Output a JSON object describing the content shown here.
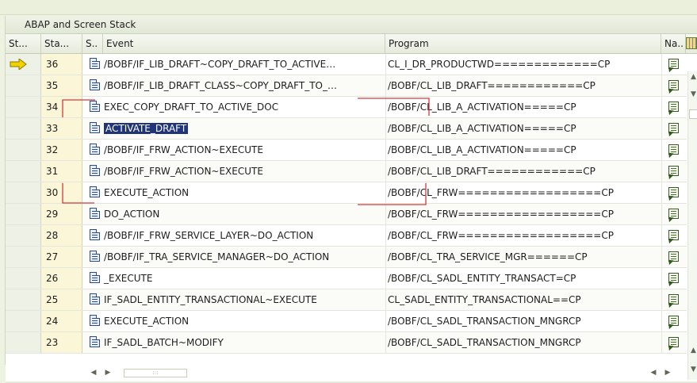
{
  "caption": "ABAP and Screen Stack",
  "columns": {
    "st": "St...",
    "sta": "Sta...",
    "s": "S..",
    "event": "Event",
    "program": "Program",
    "na": "Na.."
  },
  "icons": {
    "current_row": "arrow-right-icon",
    "source": "source-code-icon",
    "navigate": "navigate-icon",
    "column_settings": "column-settings-icon"
  },
  "colors": {
    "selection": "#20347a",
    "current_arrow": "#f2d200",
    "annotation": "#d43a3a"
  },
  "rows": [
    {
      "level": "36",
      "event": "/BOBF/IF_LIB_DRAFT~COPY_DRAFT_TO_ACTIVE…",
      "program": "CL_I_DR_PRODUCTWD=============CP",
      "current": true
    },
    {
      "level": "35",
      "event": "/BOBF/IF_LIB_DRAFT_CLASS~COPY_DRAFT_TO_…",
      "program": "/BOBF/CL_LIB_DRAFT============CP"
    },
    {
      "level": "34",
      "event": "EXEC_COPY_DRAFT_TO_ACTIVE_DOC",
      "program": "/BOBF/CL_LIB_A_ACTIVATION=====CP"
    },
    {
      "level": "33",
      "event": "ACTIVATE_DRAFT",
      "program": "/BOBF/CL_LIB_A_ACTIVATION=====CP",
      "selected": true
    },
    {
      "level": "32",
      "event": "/BOBF/IF_FRW_ACTION~EXECUTE",
      "program": "/BOBF/CL_LIB_A_ACTIVATION=====CP"
    },
    {
      "level": "31",
      "event": "/BOBF/IF_FRW_ACTION~EXECUTE",
      "program": "/BOBF/CL_LIB_DRAFT============CP"
    },
    {
      "level": "30",
      "event": "EXECUTE_ACTION",
      "program": "/BOBF/CL_FRW==================CP"
    },
    {
      "level": "29",
      "event": "DO_ACTION",
      "program": "/BOBF/CL_FRW==================CP"
    },
    {
      "level": "28",
      "event": "/BOBF/IF_FRW_SERVICE_LAYER~DO_ACTION",
      "program": "/BOBF/CL_FRW==================CP"
    },
    {
      "level": "27",
      "event": "/BOBF/IF_TRA_SERVICE_MANAGER~DO_ACTION",
      "program": "/BOBF/CL_TRA_SERVICE_MGR======CP"
    },
    {
      "level": "26",
      "event": "_EXECUTE",
      "program": "/BOBF/CL_SADL_ENTITY_TRANSACT=CP"
    },
    {
      "level": "25",
      "event": "IF_SADL_ENTITY_TRANSACTIONAL~EXECUTE",
      "program": "CL_SADL_ENTITY_TRANSACTIONAL==CP"
    },
    {
      "level": "24",
      "event": "EXECUTE_ACTION",
      "program": "/BOBF/CL_SADL_TRANSACTION_MNGRCP"
    },
    {
      "level": "23",
      "event": "IF_SADL_BATCH~MODIFY",
      "program": "/BOBF/CL_SADL_TRANSACTION_MNGRCP"
    }
  ]
}
